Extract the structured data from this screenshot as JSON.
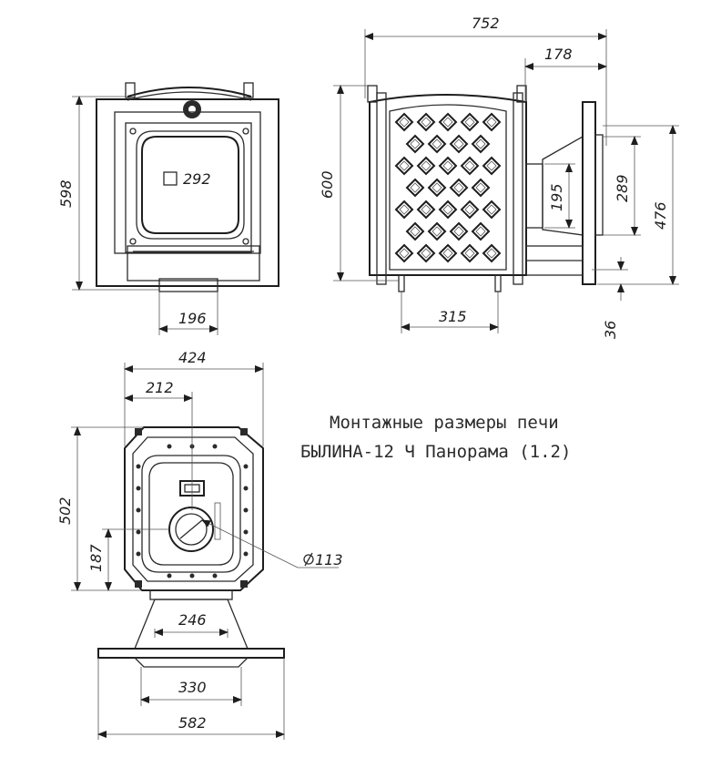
{
  "caption": {
    "line1": "Монтажные размеры печи",
    "line2": "БЫЛИНА-12 Ч Панорама (1.2)"
  },
  "dimensions": {
    "front_height": "598",
    "front_glass": "292",
    "front_chimney_width": "196",
    "side_depth": "752",
    "side_heat_exchanger": "178",
    "side_height": "600",
    "side_feed_195": "195",
    "side_feed_289": "289",
    "side_feed_476": "476",
    "side_leg_36": "36",
    "side_leg_spacing": "315",
    "top_width": "424",
    "top_offset": "212",
    "top_depth": "502",
    "top_flue_offset": "187",
    "top_flue_diameter": "113",
    "top_tunnel": "246",
    "top_tunnel_base": "330",
    "top_flange": "582"
  }
}
